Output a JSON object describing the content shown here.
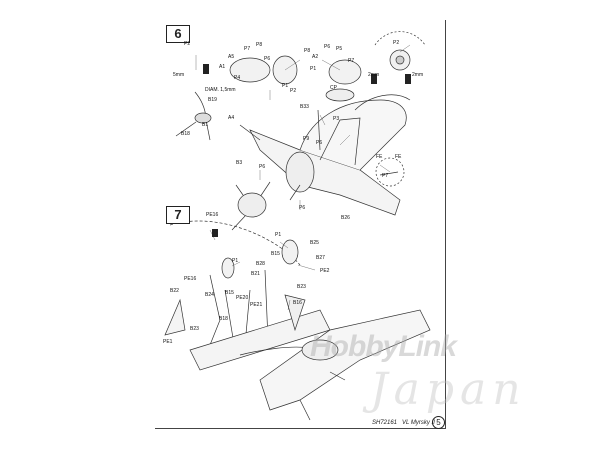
{
  "sheet": {
    "steps": [
      {
        "number": "6"
      },
      {
        "number": "7"
      }
    ],
    "footer": {
      "code": "SH72161",
      "title": "VL Myrsky II",
      "page": "5"
    },
    "watermark": {
      "main": "HobbyLink",
      "sub": "Japan"
    }
  },
  "step6_labels": {
    "p2_top": "P2",
    "dim_5mm": "5mm",
    "dim_2mm_a": "2mm",
    "dim_2mm_b": "2mm",
    "p2_right": "P2",
    "diam": "DIAM. 1,5mm",
    "a5": "A5",
    "p7a": "P7",
    "p8a": "P8",
    "p6a": "P6",
    "a1": "A1",
    "p4": "P4",
    "p3a": "P3",
    "p1a": "P1",
    "p2a": "P2",
    "p8b": "P8",
    "a2": "A2",
    "p6b": "P6",
    "p1b": "P1",
    "a4": "A4",
    "p5": "P5",
    "p7b": "P7",
    "cp": "CP",
    "b33": "B33",
    "p3b": "P3",
    "b19": "B19",
    "b1": "B1",
    "b18": "B18",
    "a4b": "A4",
    "p9": "P9",
    "p6c": "P6",
    "b3": "B3",
    "p6d": "P6",
    "fe1": "FE",
    "fe2": "FE",
    "p7c": "P7",
    "p6e": "P6",
    "b26": "B26"
  },
  "step7_labels": {
    "pe16a": "PE16",
    "p1": "P1",
    "b25": "B25",
    "b28": "B28",
    "b15a": "B15",
    "b27": "B27",
    "p1b": "P1",
    "b21": "B21",
    "pe2": "PE2",
    "pe16b": "PE16",
    "b15b": "B15",
    "b24": "B24",
    "pe20": "PE20",
    "b23": "B23",
    "b22": "B22",
    "pe21": "PE21",
    "b16": "B16",
    "b18": "B18",
    "b23b": "B23",
    "pe1": "PE1"
  }
}
